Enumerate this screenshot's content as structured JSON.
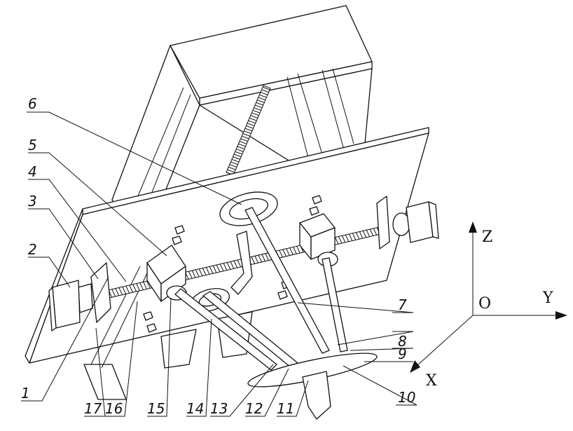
{
  "labels": {
    "1": "1",
    "2": "2",
    "3": "3",
    "4": "4",
    "5": "5",
    "6": "6",
    "7": "7",
    "8": "8",
    "9": "9",
    "10": "10",
    "11": "11",
    "12": "12",
    "13": "13",
    "14": "14",
    "15": "15",
    "16": "16",
    "17": "17"
  },
  "axes": {
    "z": "Z",
    "y": "Y",
    "x": "X",
    "o": "O"
  },
  "colors": {
    "ink": "#111111",
    "background": "#ffffff"
  }
}
